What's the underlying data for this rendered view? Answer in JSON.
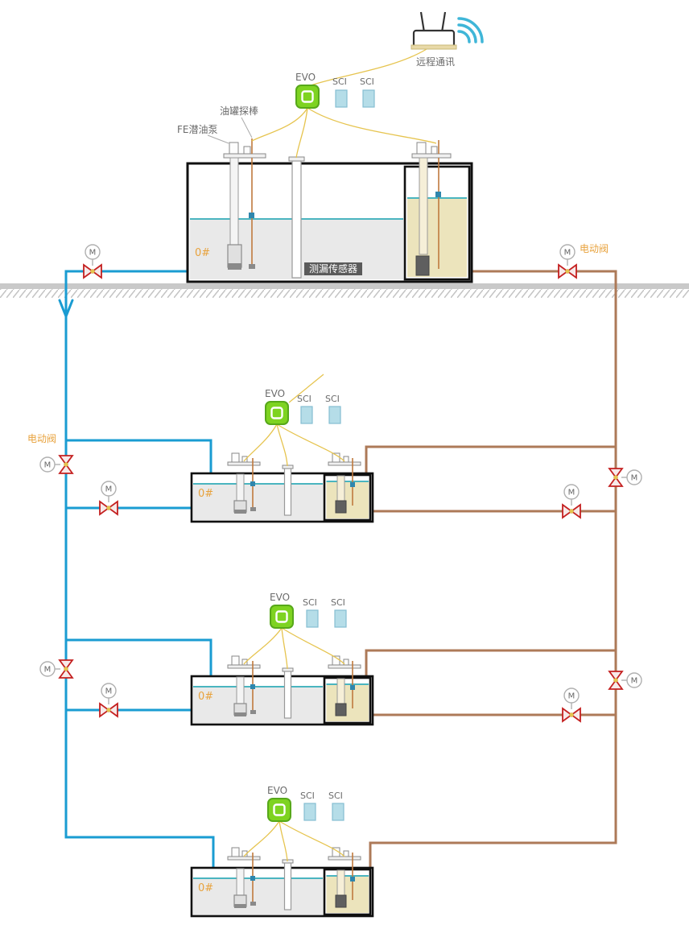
{
  "diagram": {
    "communication": {
      "label": "远程通讯"
    },
    "controller": {
      "label": "EVO",
      "module_label": "SCI"
    },
    "tank_top": {
      "probe_label": "油罐探棒",
      "pump_label": "FE潜油泵",
      "leak_sensor_label": "测漏传感器"
    },
    "tanks": [
      {
        "grade": "0#"
      },
      {
        "grade": "0#"
      },
      {
        "grade": "0#"
      },
      {
        "grade": "0#"
      }
    ],
    "valve": {
      "label": "电动阀",
      "motor_letter": "M"
    },
    "colors": {
      "pipe_supply": "#1a9cd2",
      "pipe_return": "#ad7a58",
      "valve_red": "#c42020",
      "evo_green": "#7ed321",
      "sci_blue": "#b5dde8",
      "fuel_beige": "#ece4bc",
      "liquid_gray": "#e9e9e9",
      "water_line": "#4ab5c0",
      "wire_yellow": "#e6c44f",
      "label_orange": "#e8a23c"
    }
  }
}
